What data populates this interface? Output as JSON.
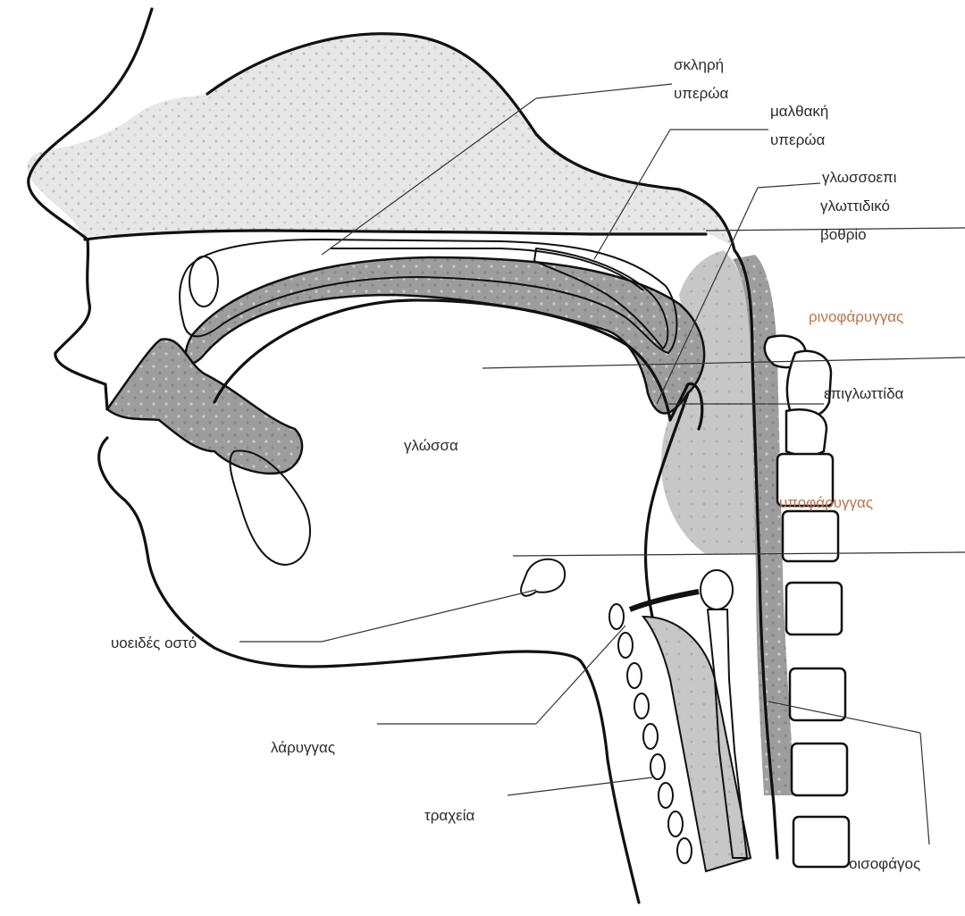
{
  "labels": {
    "hard_palate_1": "σκληρή",
    "hard_palate_2": "υπερώα",
    "soft_palate_1": "μαλθακή",
    "soft_palate_2": "υπερώα",
    "vallecula_1": "γλωσσοεπι",
    "vallecula_2": "γλωττιδικό",
    "vallecula_3": "βοθρίο",
    "nasopharynx": "ρινοφάρυγγας",
    "epiglottis": "επιγλωττίδα",
    "tongue": "γλώσσα",
    "hypopharynx": "υποφάρυγγας",
    "hyoid": "υοειδές οστό",
    "larynx": "λάρυγγας",
    "trachea": "τραχεία",
    "esophagus": "οισοφάγος"
  },
  "colors": {
    "outline": "#111111",
    "label": "#2b2b2b",
    "highlight_label": "#b8744a",
    "nasal_fill": "#e6e6e6",
    "tissue_fill": "#9c9c9c",
    "pharynx_fill": "#c4c4c4"
  }
}
